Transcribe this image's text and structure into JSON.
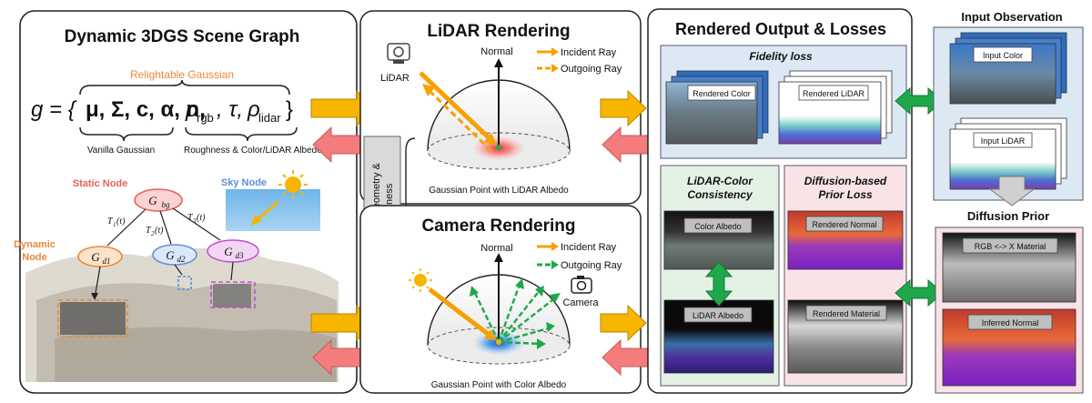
{
  "scene_graph": {
    "title": "Dynamic 3DGS Scene Graph",
    "relightable_label": "Relightable Gaussian",
    "formula_lhs": "g = {",
    "formula_main": "μ, Σ, c, α, n,",
    "formula_rho_rgb": "ρ",
    "formula_rho_rgb_sub": "rgb",
    "formula_tau": ", τ,",
    "formula_rho_lidar": "ρ",
    "formula_rho_lidar_sub": "lidar",
    "formula_rhs": "}",
    "vanilla_label": "Vanilla Gaussian",
    "roughness_label": "Roughness & Color/LiDAR Albedo",
    "static_node_label": "Static Node",
    "sky_node_label": "Sky Node",
    "dynamic_node_label_1": "Dynamic",
    "dynamic_node_label_2": "Node",
    "g_bg": "G",
    "g_bg_sub": "bg",
    "g_d1": "G",
    "g_d1_sub": "d1",
    "g_d2": "G",
    "g_d2_sub": "d2",
    "g_d3": "G",
    "g_d3_sub": "d3",
    "t1": "T",
    "t1_sub": "1",
    "t1_arg": "(t)",
    "t2": "T",
    "t2_sub": "2",
    "t2_arg": "(t)",
    "t3": "T",
    "t3_sub": "3",
    "t3_arg": "(t)"
  },
  "shared_label_line1": "Share gaussian geometry &",
  "shared_label_line2": "surface roughness",
  "lidar_rendering": {
    "title": "LiDAR Rendering",
    "lidar_label": "LiDAR",
    "normal_label": "Normal",
    "incident_ray": "Incident Ray",
    "outgoing_ray": "Outgoing Ray",
    "caption": "Gaussian Point with LiDAR Albedo"
  },
  "camera_rendering": {
    "title": "Camera Rendering",
    "normal_label": "Normal",
    "incident_ray": "Incident Ray",
    "outgoing_ray": "Outgoing Ray",
    "camera_label": "Camera",
    "caption": "Gaussian Point with Color Albedo"
  },
  "outputs": {
    "title": "Rendered Output & Losses",
    "fidelity_loss": "Fidelity loss",
    "rendered_color": "Rendered Color",
    "rendered_lidar": "Rendered LiDAR",
    "consistency_title_1": "LiDAR-Color",
    "consistency_title_2": "Consistency",
    "color_albedo": "Color Albedo",
    "lidar_albedo": "LiDAR Albedo",
    "prior_title_1": "Diffusion-based",
    "prior_title_2": "Prior Loss",
    "rendered_normal": "Rendered Normal",
    "rendered_material": "Rendered Material"
  },
  "input_observation": {
    "title": "Input Observation",
    "input_color": "Input Color",
    "input_lidar": "Input LiDAR"
  },
  "diffusion_prior": {
    "title": "Diffusion Prior",
    "rgb_to_material": "RGB <-> X Material",
    "inferred_normal": "Inferred Normal"
  },
  "colors": {
    "forward_arrow": "#f7b500",
    "backward_arrow": "#f47c7c",
    "green_arrow": "#1ea84a",
    "orange_label": "#e8893a",
    "red_label": "#e8605a",
    "blue_label": "#5b8fd6",
    "panel_blue": "#dce9f5",
    "panel_green": "#e4f2e6",
    "panel_pink": "#f9e3e6"
  }
}
